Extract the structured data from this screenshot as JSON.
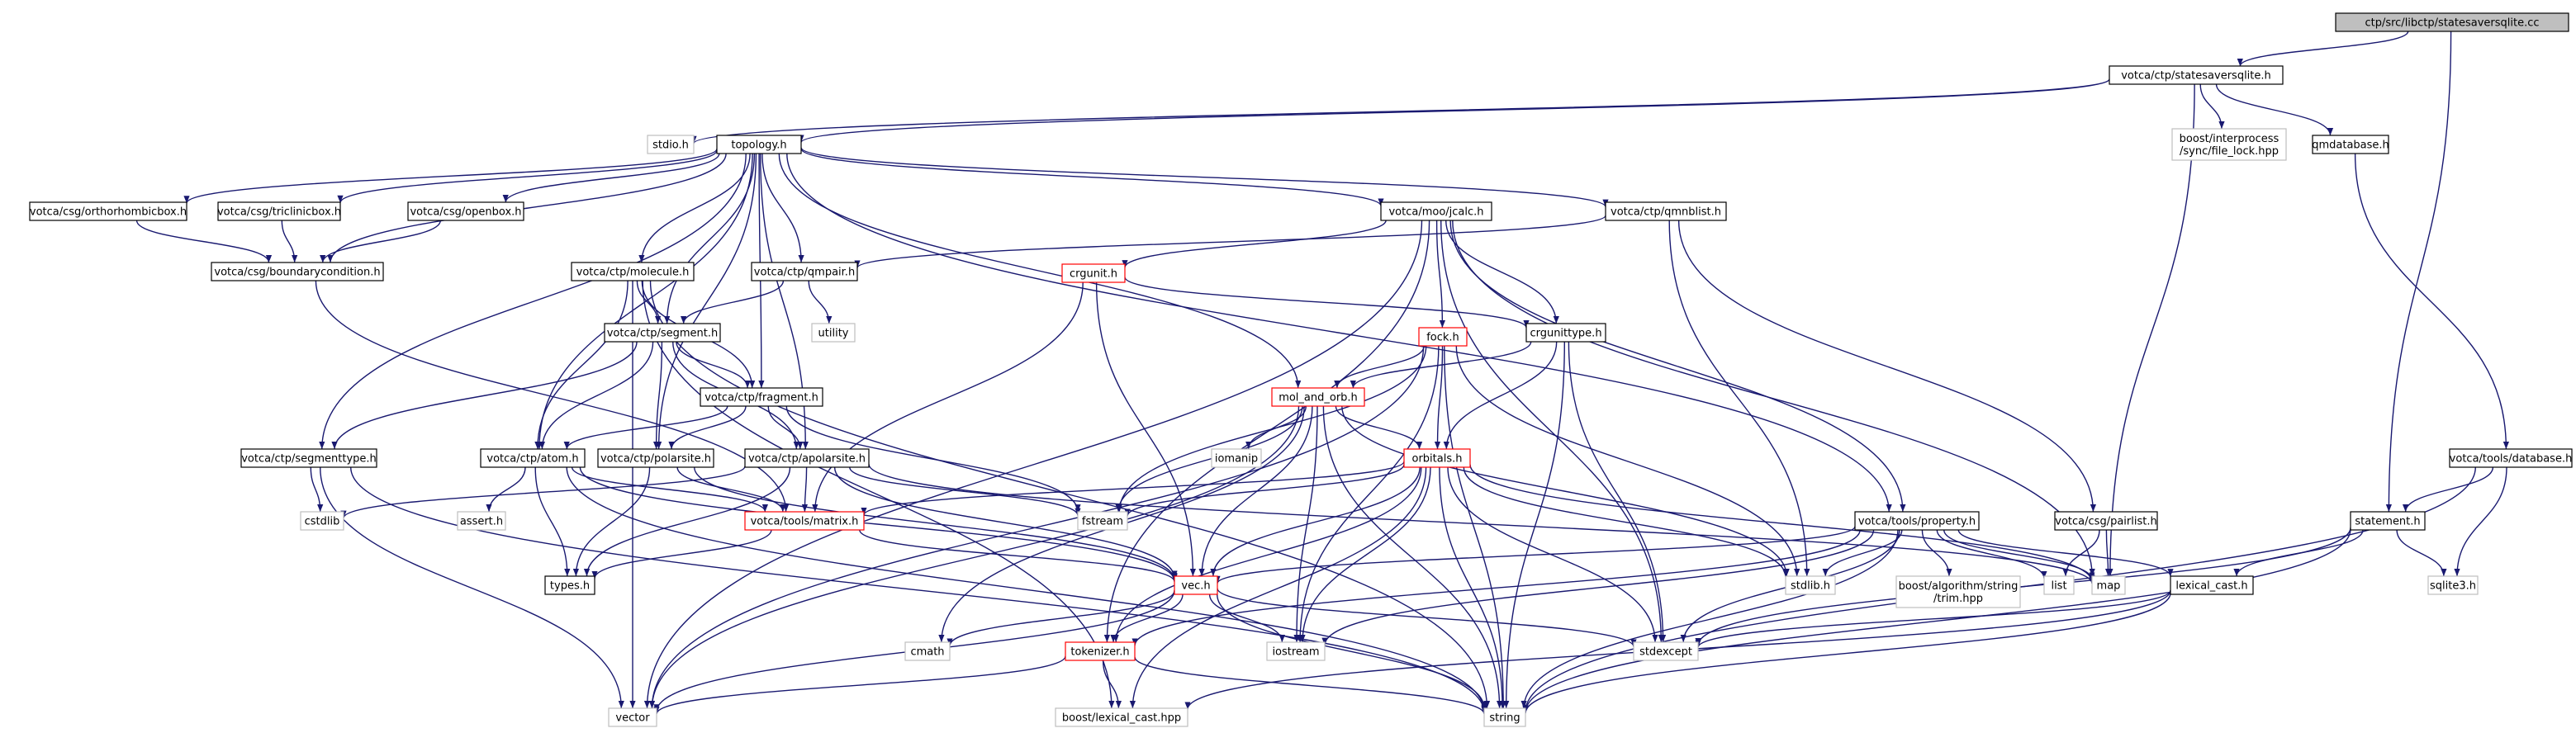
{
  "colors": {
    "edge": "#191970",
    "border_normal": "#000000",
    "border_missing": "#bfbfbf",
    "border_truncated": "#ff0000",
    "root_fill": "#bfbfbf",
    "node_fill": "#ffffff"
  },
  "nodes": [
    {
      "id": "root",
      "label": "ctp/src/libctp/statesaversqlite.cc",
      "style": "root"
    },
    {
      "id": "statesaversqlite_h",
      "label": "votca/ctp/statesaversqlite.h",
      "style": "normal"
    },
    {
      "id": "stdio",
      "label": "stdio.h",
      "style": "missing"
    },
    {
      "id": "topology",
      "label": "topology.h",
      "style": "normal"
    },
    {
      "id": "filelock",
      "label": [
        "boost/interprocess",
        "/sync/file_lock.hpp"
      ],
      "style": "missing"
    },
    {
      "id": "qmdatabase",
      "label": "qmdatabase.h",
      "style": "normal"
    },
    {
      "id": "orthorhombicbox",
      "label": "votca/csg/orthorhombicbox.h",
      "style": "normal"
    },
    {
      "id": "triclinicbox",
      "label": "votca/csg/triclinicbox.h",
      "style": "normal"
    },
    {
      "id": "openbox",
      "label": "votca/csg/openbox.h",
      "style": "normal"
    },
    {
      "id": "jcalc",
      "label": "votca/moo/jcalc.h",
      "style": "normal"
    },
    {
      "id": "qmnblist",
      "label": "votca/ctp/qmnblist.h",
      "style": "normal"
    },
    {
      "id": "boundarycondition",
      "label": "votca/csg/boundarycondition.h",
      "style": "normal"
    },
    {
      "id": "molecule",
      "label": "votca/ctp/molecule.h",
      "style": "normal"
    },
    {
      "id": "qmpair",
      "label": "votca/ctp/qmpair.h",
      "style": "normal"
    },
    {
      "id": "crgunit",
      "label": "crgunit.h",
      "style": "truncated"
    },
    {
      "id": "utility",
      "label": "utility",
      "style": "missing"
    },
    {
      "id": "segment",
      "label": "votca/ctp/segment.h",
      "style": "normal"
    },
    {
      "id": "fock",
      "label": "fock.h",
      "style": "truncated"
    },
    {
      "id": "crgunittype",
      "label": "crgunittype.h",
      "style": "normal"
    },
    {
      "id": "fragment",
      "label": "votca/ctp/fragment.h",
      "style": "normal"
    },
    {
      "id": "mol_and_orb",
      "label": "mol_and_orb.h",
      "style": "truncated"
    },
    {
      "id": "segmenttype",
      "label": "votca/ctp/segmenttype.h",
      "style": "normal"
    },
    {
      "id": "atom",
      "label": "votca/ctp/atom.h",
      "style": "normal"
    },
    {
      "id": "polarsite",
      "label": "votca/ctp/polarsite.h",
      "style": "normal"
    },
    {
      "id": "apolarsite",
      "label": "votca/ctp/apolarsite.h",
      "style": "normal"
    },
    {
      "id": "iomanip",
      "label": "iomanip",
      "style": "missing"
    },
    {
      "id": "orbitals",
      "label": "orbitals.h",
      "style": "truncated"
    },
    {
      "id": "database",
      "label": "votca/tools/database.h",
      "style": "normal"
    },
    {
      "id": "cstdlib",
      "label": "cstdlib",
      "style": "missing"
    },
    {
      "id": "assert",
      "label": "assert.h",
      "style": "missing"
    },
    {
      "id": "matrix",
      "label": "votca/tools/matrix.h",
      "style": "truncated"
    },
    {
      "id": "fstream",
      "label": "fstream",
      "style": "missing"
    },
    {
      "id": "property",
      "label": "votca/tools/property.h",
      "style": "normal"
    },
    {
      "id": "pairlist",
      "label": "votca/csg/pairlist.h",
      "style": "normal"
    },
    {
      "id": "statement",
      "label": "statement.h",
      "style": "normal"
    },
    {
      "id": "types",
      "label": "types.h",
      "style": "normal"
    },
    {
      "id": "vec",
      "label": "vec.h",
      "style": "truncated"
    },
    {
      "id": "stdlib",
      "label": "stdlib.h",
      "style": "missing"
    },
    {
      "id": "trim",
      "label": [
        "boost/algorithm/string",
        "/trim.hpp"
      ],
      "style": "missing"
    },
    {
      "id": "list",
      "label": "list",
      "style": "missing"
    },
    {
      "id": "map",
      "label": "map",
      "style": "missing"
    },
    {
      "id": "lexical_cast_h",
      "label": "lexical_cast.h",
      "style": "normal"
    },
    {
      "id": "sqlite3",
      "label": "sqlite3.h",
      "style": "missing"
    },
    {
      "id": "cmath",
      "label": "cmath",
      "style": "missing"
    },
    {
      "id": "iostream",
      "label": "iostream",
      "style": "missing"
    },
    {
      "id": "stdexcept",
      "label": "stdexcept",
      "style": "missing"
    },
    {
      "id": "tokenizer",
      "label": "tokenizer.h",
      "style": "truncated"
    },
    {
      "id": "vector",
      "label": "vector",
      "style": "missing"
    },
    {
      "id": "boost_lexical_cast",
      "label": "boost/lexical_cast.hpp",
      "style": "missing"
    },
    {
      "id": "string",
      "label": "string",
      "style": "missing"
    }
  ],
  "edges": [
    [
      "root",
      "statesaversqlite_h"
    ],
    [
      "root",
      "statement"
    ],
    [
      "statesaversqlite_h",
      "stdio"
    ],
    [
      "statesaversqlite_h",
      "topology"
    ],
    [
      "statesaversqlite_h",
      "filelock"
    ],
    [
      "statesaversqlite_h",
      "qmdatabase"
    ],
    [
      "statesaversqlite_h",
      "map"
    ],
    [
      "topology",
      "orthorhombicbox"
    ],
    [
      "topology",
      "triclinicbox"
    ],
    [
      "topology",
      "openbox"
    ],
    [
      "topology",
      "boundarycondition"
    ],
    [
      "topology",
      "jcalc"
    ],
    [
      "topology",
      "qmnblist"
    ],
    [
      "topology",
      "molecule"
    ],
    [
      "topology",
      "qmpair"
    ],
    [
      "topology",
      "segment"
    ],
    [
      "topology",
      "fragment"
    ],
    [
      "topology",
      "segmenttype"
    ],
    [
      "topology",
      "atom"
    ],
    [
      "topology",
      "polarsite"
    ],
    [
      "topology",
      "apolarsite"
    ],
    [
      "topology",
      "mol_and_orb"
    ],
    [
      "topology",
      "property"
    ],
    [
      "orthorhombicbox",
      "boundarycondition"
    ],
    [
      "triclinicbox",
      "boundarycondition"
    ],
    [
      "openbox",
      "boundarycondition"
    ],
    [
      "boundarycondition",
      "matrix"
    ],
    [
      "jcalc",
      "crgunit"
    ],
    [
      "jcalc",
      "crgunittype"
    ],
    [
      "jcalc",
      "fock"
    ],
    [
      "jcalc",
      "property"
    ],
    [
      "jcalc",
      "vector"
    ],
    [
      "jcalc",
      "tokenizer"
    ],
    [
      "jcalc",
      "stdexcept"
    ],
    [
      "jcalc",
      "map"
    ],
    [
      "qmnblist",
      "qmpair"
    ],
    [
      "qmnblist",
      "pairlist"
    ],
    [
      "qmnblist",
      "stdlib"
    ],
    [
      "molecule",
      "segment"
    ],
    [
      "molecule",
      "fragment"
    ],
    [
      "molecule",
      "atom"
    ],
    [
      "molecule",
      "vector"
    ],
    [
      "molecule",
      "string"
    ],
    [
      "molecule",
      "boost_lexical_cast"
    ],
    [
      "qmpair",
      "segment"
    ],
    [
      "qmpair",
      "utility"
    ],
    [
      "crgunit",
      "crgunittype"
    ],
    [
      "crgunit",
      "matrix"
    ],
    [
      "crgunit",
      "vec"
    ],
    [
      "segment",
      "segmenttype"
    ],
    [
      "segment",
      "fragment"
    ],
    [
      "segment",
      "atom"
    ],
    [
      "segment",
      "polarsite"
    ],
    [
      "segment",
      "apolarsite"
    ],
    [
      "fock",
      "mol_and_orb"
    ],
    [
      "fock",
      "orbitals"
    ],
    [
      "fock",
      "vector"
    ],
    [
      "fock",
      "fstream"
    ],
    [
      "fock",
      "stdlib"
    ],
    [
      "fock",
      "iostream"
    ],
    [
      "fock",
      "string"
    ],
    [
      "crgunittype",
      "mol_and_orb"
    ],
    [
      "crgunittype",
      "orbitals"
    ],
    [
      "crgunittype",
      "string"
    ],
    [
      "crgunittype",
      "stdexcept"
    ],
    [
      "fragment",
      "atom"
    ],
    [
      "fragment",
      "polarsite"
    ],
    [
      "fragment",
      "apolarsite"
    ],
    [
      "fragment",
      "fstream"
    ],
    [
      "mol_and_orb",
      "orbitals"
    ],
    [
      "mol_and_orb",
      "iomanip"
    ],
    [
      "mol_and_orb",
      "fstream"
    ],
    [
      "mol_and_orb",
      "vec"
    ],
    [
      "mol_and_orb",
      "cmath"
    ],
    [
      "mol_and_orb",
      "vector"
    ],
    [
      "mol_and_orb",
      "iostream"
    ],
    [
      "mol_and_orb",
      "string"
    ],
    [
      "mol_and_orb",
      "stdlib"
    ],
    [
      "segmenttype",
      "cstdlib"
    ],
    [
      "segmenttype",
      "vector"
    ],
    [
      "segmenttype",
      "string"
    ],
    [
      "atom",
      "assert"
    ],
    [
      "atom",
      "matrix"
    ],
    [
      "atom",
      "types"
    ],
    [
      "atom",
      "vec"
    ],
    [
      "atom",
      "string"
    ],
    [
      "polarsite",
      "matrix"
    ],
    [
      "polarsite",
      "types"
    ],
    [
      "polarsite",
      "vec"
    ],
    [
      "apolarsite",
      "matrix"
    ],
    [
      "apolarsite",
      "fstream"
    ],
    [
      "apolarsite",
      "vec"
    ],
    [
      "apolarsite",
      "types"
    ],
    [
      "apolarsite",
      "map"
    ],
    [
      "apolarsite",
      "cstdlib"
    ],
    [
      "orbitals",
      "matrix"
    ],
    [
      "orbitals",
      "fstream"
    ],
    [
      "orbitals",
      "vec"
    ],
    [
      "orbitals",
      "stdlib"
    ],
    [
      "orbitals",
      "iostream"
    ],
    [
      "orbitals",
      "string"
    ],
    [
      "orbitals",
      "stdexcept"
    ],
    [
      "orbitals",
      "tokenizer"
    ],
    [
      "orbitals",
      "boost_lexical_cast"
    ],
    [
      "orbitals",
      "map"
    ],
    [
      "database",
      "statement"
    ],
    [
      "database",
      "sqlite3"
    ],
    [
      "database",
      "string"
    ],
    [
      "qmdatabase",
      "database"
    ],
    [
      "matrix",
      "types"
    ],
    [
      "matrix",
      "vec"
    ],
    [
      "property",
      "vec"
    ],
    [
      "property",
      "stdlib"
    ],
    [
      "property",
      "trim"
    ],
    [
      "property",
      "list"
    ],
    [
      "property",
      "map"
    ],
    [
      "property",
      "lexical_cast_h"
    ],
    [
      "property",
      "iostream"
    ],
    [
      "property",
      "stdexcept"
    ],
    [
      "property",
      "string"
    ],
    [
      "property",
      "tokenizer"
    ],
    [
      "pairlist",
      "list"
    ],
    [
      "pairlist",
      "map"
    ],
    [
      "statement",
      "lexical_cast_h"
    ],
    [
      "statement",
      "sqlite3"
    ],
    [
      "statement",
      "string"
    ],
    [
      "statement",
      "stdexcept"
    ],
    [
      "vec",
      "cmath"
    ],
    [
      "vec",
      "iostream"
    ],
    [
      "vec",
      "tokenizer"
    ],
    [
      "vec",
      "stdexcept"
    ],
    [
      "vec",
      "string"
    ],
    [
      "vec",
      "vector"
    ],
    [
      "lexical_cast_h",
      "stdexcept"
    ],
    [
      "lexical_cast_h",
      "string"
    ],
    [
      "lexical_cast_h",
      "boost_lexical_cast"
    ],
    [
      "tokenizer",
      "vector"
    ],
    [
      "tokenizer",
      "string"
    ],
    [
      "tokenizer",
      "boost_lexical_cast"
    ]
  ]
}
